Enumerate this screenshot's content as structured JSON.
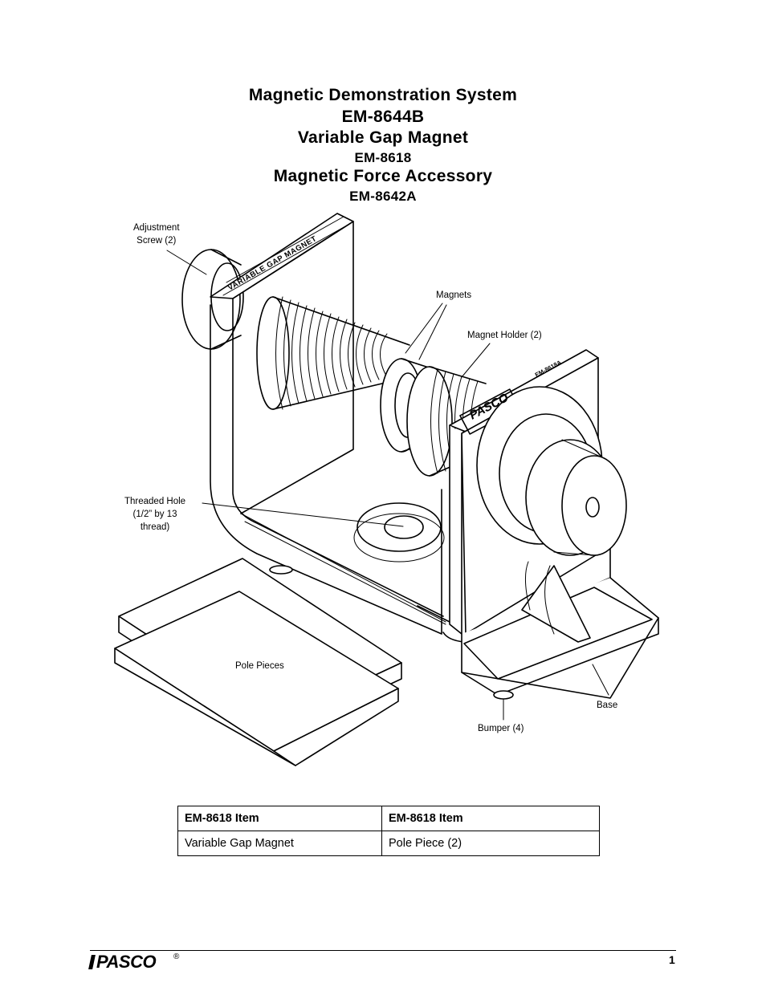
{
  "titles": {
    "line1": "Magnetic Demonstration System",
    "line2": "EM-8644B",
    "line3": "Variable Gap Magnet",
    "line4": "EM-8618",
    "line5": "Magnetic Force Accessory",
    "line6": "EM-8642A"
  },
  "figure": {
    "callouts": {
      "adjustment_screw": "Adjustment\nScrew (2)",
      "magnets": "Magnets",
      "magnet_holder": "Magnet Holder (2)",
      "threaded_hole": "Threaded Hole\n(1/2” by 13\nthread)",
      "pole_pieces": "Pole Pieces",
      "base": "Base",
      "bumper": "Bumper (4)"
    },
    "embossed": {
      "variable_gap_magnet": "VARIABLE GAP MAGNET",
      "model": "EM-8618A",
      "brand": "PASCO"
    }
  },
  "table": {
    "headers": [
      "EM-8618 Item",
      "EM-8618 Item"
    ],
    "rows": [
      [
        "Variable Gap Magnet",
        "Pole Piece (2)"
      ]
    ]
  },
  "footer": {
    "logo": "PASCO",
    "registered": "®",
    "page_number": "1"
  }
}
